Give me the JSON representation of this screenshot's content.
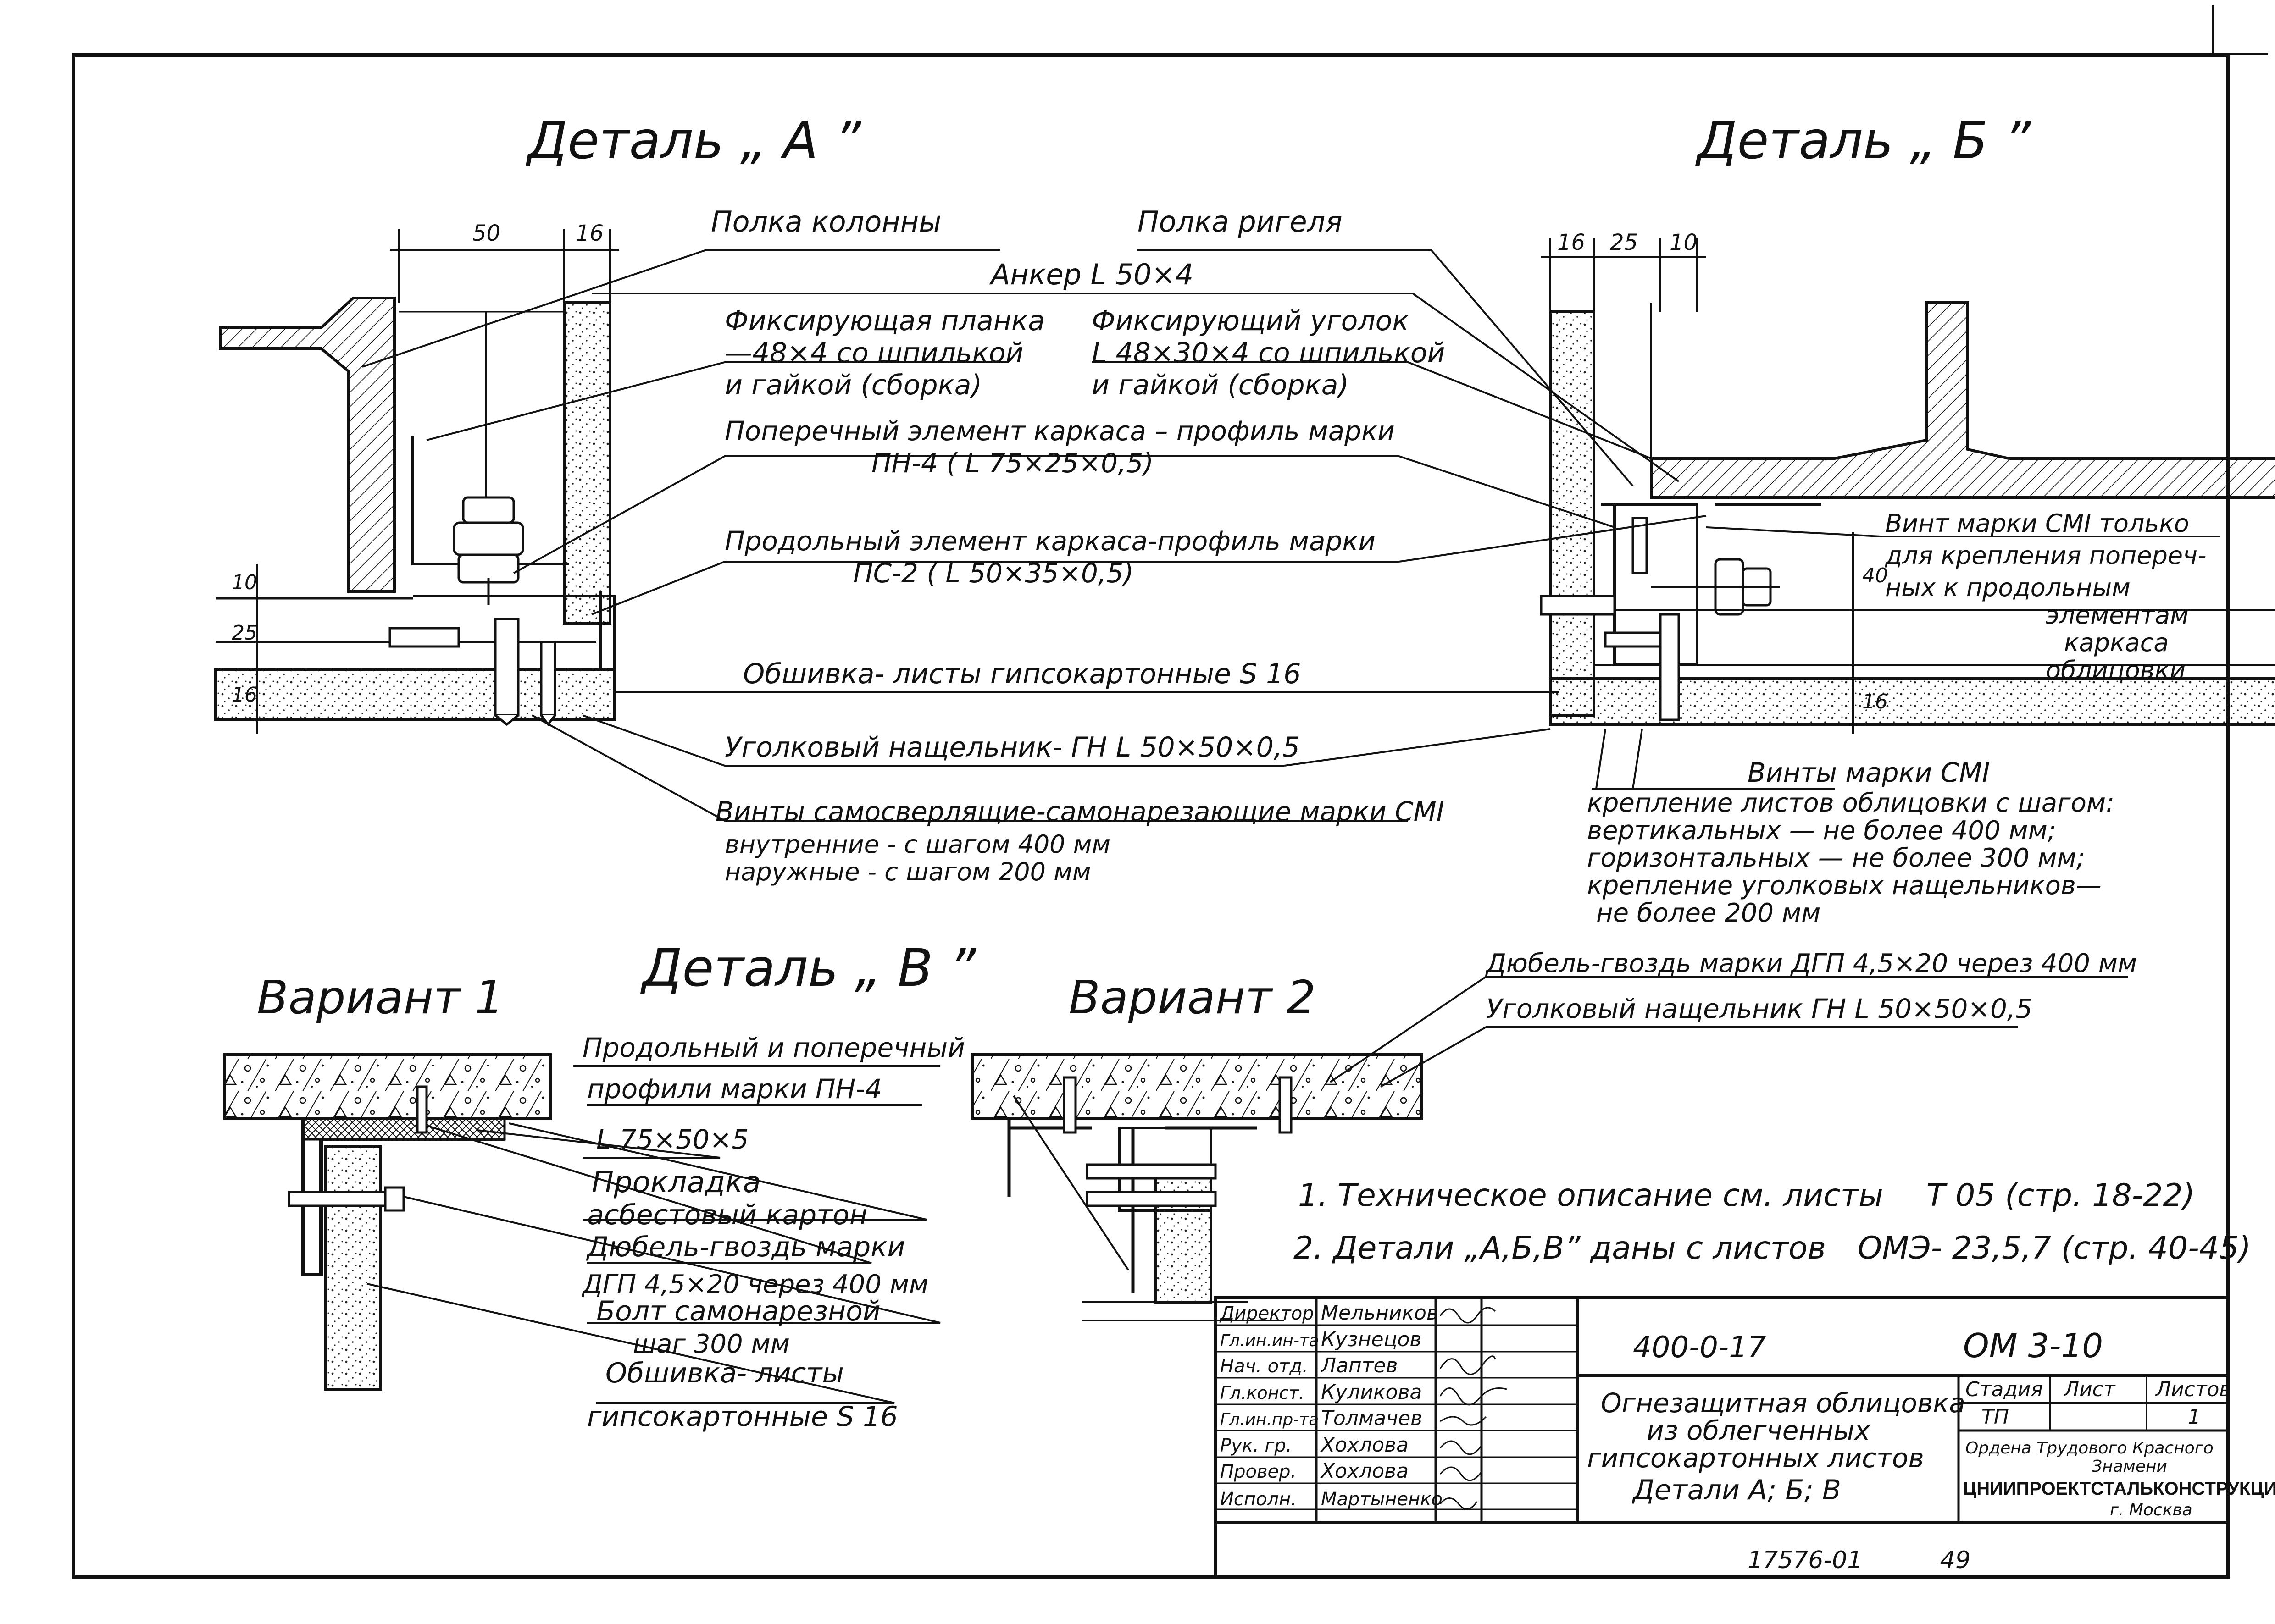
{
  "page_number": "",
  "details": {
    "a": {
      "title": "Деталь „ A ”",
      "dims": [
        "50",
        "16",
        "10",
        "25",
        "16"
      ]
    },
    "b": {
      "title": "Деталь „ Б ”",
      "dims": [
        "16",
        "25",
        "10",
        "40",
        "16"
      ]
    },
    "v": {
      "title": "Деталь „ В ”",
      "variant1": "Вариант 1",
      "variant2": "Вариант 2"
    }
  },
  "callouts": {
    "polka_kolonny": "Полка колонны",
    "polka_rigelya": "Полка ригеля",
    "anker": "Анкер  L 50×4",
    "fix_planka": [
      "Фиксирующая планка",
      "—48×4 со шпилькой",
      "и гайкой (сборка)"
    ],
    "fix_ugolok": [
      "Фиксирующий уголок",
      "L 48×30×4 со шпилькой",
      "и гайкой (сборка)"
    ],
    "poperechny": [
      "Поперечный элемент каркаса – профиль марки",
      "ПН-4  ( L 75×25×0,5)"
    ],
    "prodolny": [
      "Продольный элемент каркаса-профиль марки",
      "ПС-2  ( L 50×35×0,5)"
    ],
    "obshivka": "Обшивка- листы  гипсокартонные S 16",
    "nashchelnik": "Уголковый нащельник- ГН L 50×50×0,5",
    "vinty_samosverl": [
      "Винты самосверлящие-самонарезающие марки СМI",
      "внутренние - с шагом  400 мм",
      "наружные - с шагом  200 мм"
    ],
    "vint_smi_only": [
      "Винт марки СМI только",
      "для крепления попереч-",
      "ных к продольным",
      "элементам",
      "каркаса",
      "облицовки"
    ],
    "vinty_smi": [
      "Винты марки СМI",
      "крепление листов облицовки с шагом:",
      "вертикальных  —  не более 400 мм;",
      "горизонтальных —  не более 300 мм;",
      "крепление  уголковых нащельников—",
      "не более  200 мм"
    ],
    "v1": [
      "Продольный и поперечный",
      "профили марки ПН-4",
      "L 75×50×5",
      "Прокладка",
      "асбестовый  картон",
      "Дюбель-гвоздь  марки",
      "ДГП 4,5×20 через 400 мм",
      "Болт  самонарезной",
      "шаг  300 мм",
      "Обшивка- листы",
      "гипсокартонные S 16"
    ],
    "v2": [
      "Дюбель-гвоздь марки ДГП 4,5×20  через 400 мм",
      "Уголковый нащельник ГН L 50×50×0,5"
    ]
  },
  "notes": [
    {
      "text": "1. Техническое описание  см. листы",
      "ref": "Т 05 (стр. 18-22)"
    },
    {
      "text": "2. Детали „А,Б,В” даны с листов",
      "ref": "ОМЭ- 23,5,7 (стр. 40-45)"
    }
  ],
  "title_block": {
    "people": [
      {
        "role": "Директор",
        "name": "Мельников"
      },
      {
        "role": "Гл.ин.ин-та",
        "name": "Кузнецов"
      },
      {
        "role": "Нач. отд.",
        "name": "Лаптев"
      },
      {
        "role": "Гл.конст.",
        "name": "Куликова"
      },
      {
        "role": "Гл.ин.пр-та",
        "name": "Толмачев"
      },
      {
        "role": "Рук. гр.",
        "name": "Хохлова"
      },
      {
        "role": "Провер.",
        "name": "Хохлова"
      },
      {
        "role": "Исполн.",
        "name": "Мартыненко"
      }
    ],
    "doc_code": "400-0-17",
    "sheet_code": "ОМ 3-10",
    "title": [
      "Огнезащитная облицовка",
      "из облегченных",
      "гипсокартонных листов",
      "Детали  А; Б; В"
    ],
    "stage_label": "Стадия",
    "sheet_label": "Лист",
    "sheets_label": "Листов",
    "stage": "ТП",
    "sheet": "",
    "sheets": "1",
    "org": [
      "Ордена Трудового Красного",
      "Знамени",
      "ЦНИИПРОЕКТСТАЛЬКОНСТРУКЦИЯ",
      "г. Москва"
    ]
  },
  "footer": {
    "inv": "17576-01",
    "page": "49"
  }
}
